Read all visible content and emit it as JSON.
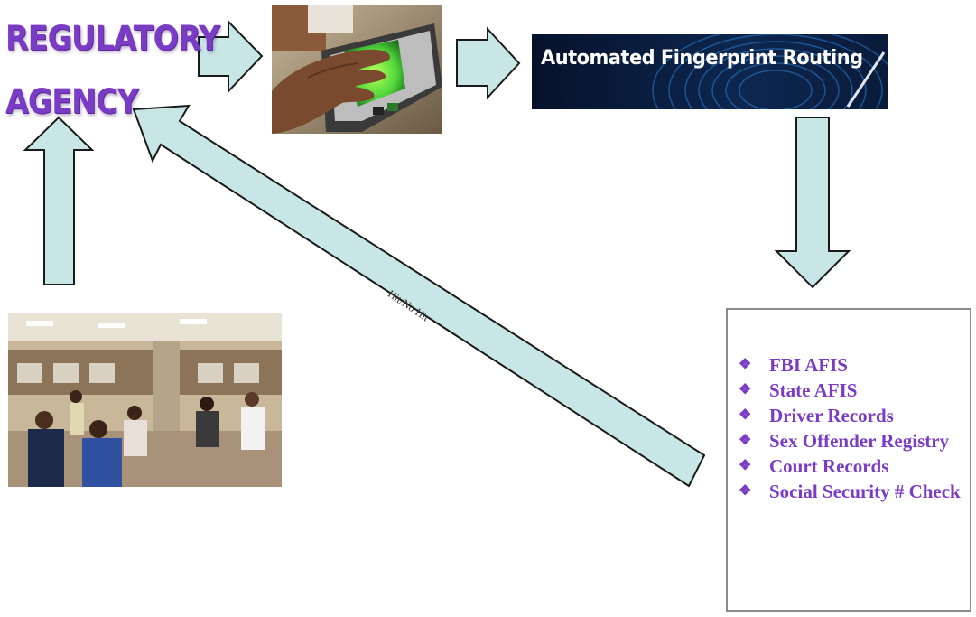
{
  "title": {
    "line1": "REGULATORY",
    "line2": "AGENCY"
  },
  "banner": {
    "text": "Automated Fingerprint Routing"
  },
  "arrow_label": "Hit/No Hit",
  "databases": {
    "items": [
      {
        "label": "FBI AFIS"
      },
      {
        "label": "State AFIS"
      },
      {
        "label": "Driver Records"
      },
      {
        "label": "Sex Offender Registry"
      },
      {
        "label": "Court Records"
      },
      {
        "label": "Social Security # Check"
      }
    ],
    "bullet_icon": "diamond-star-bullet-icon"
  },
  "colors": {
    "title_purple": "#7a3cc4",
    "arrow_fill": "#c9e6e6",
    "arrow_stroke": "#1a1a1a",
    "banner_bg": "#0b1d3d",
    "box_border": "#8a8a8a"
  },
  "images": {
    "scanner": "hand-on-fingerprint-scanner-photo",
    "office": "waiting-room-office-photo",
    "banner_texture": "fingerprint-ridges-texture"
  }
}
